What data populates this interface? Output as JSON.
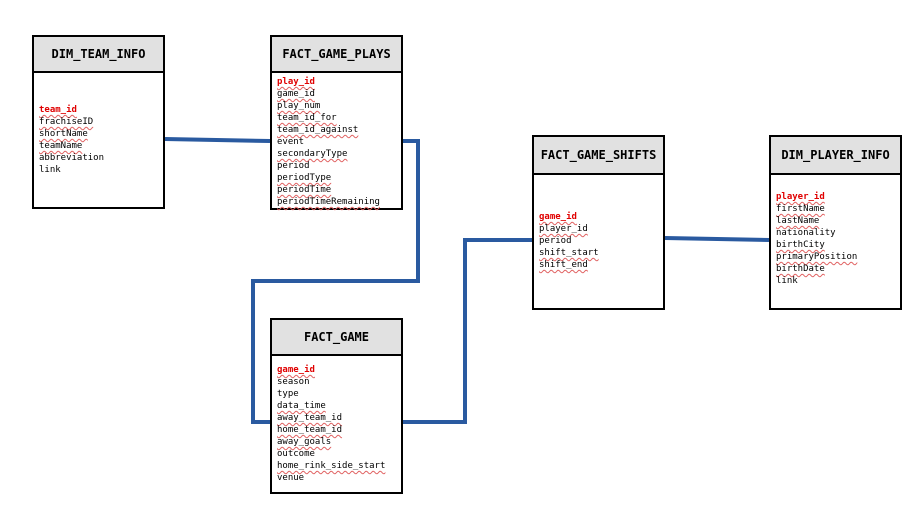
{
  "diagram": {
    "link_color": "#2a5aa0",
    "header_fill": "#e1e1e1",
    "key_color": "#e00000",
    "entities": {
      "dim_team_info": {
        "title": "DIM_TEAM_INFO",
        "fields": [
          "team_id",
          "frachiseID",
          "shortName",
          "teamName",
          "abbreviation",
          "link"
        ]
      },
      "fact_game_plays": {
        "title": "FACT_GAME_PLAYS",
        "fields": [
          "play_id",
          "game_id",
          "play_num",
          "team_id_for",
          "team_id_against",
          "event",
          "secondaryType",
          "period",
          "periodType",
          "periodTime",
          "periodTimeRemaining"
        ]
      },
      "fact_game": {
        "title": "FACT_GAME",
        "fields": [
          "game_id",
          "season",
          "type",
          "data_time",
          "away_team_id",
          "home_team_id",
          "away_goals",
          "outcome",
          "home_rink_side_start",
          "venue"
        ]
      },
      "fact_game_shifts": {
        "title": "FACT_GAME_SHIFTS",
        "fields": [
          "game_id",
          "player_id",
          "period",
          "shift_start",
          "shift_end"
        ]
      },
      "dim_player_info": {
        "title": "DIM_PLAYER_INFO",
        "fields": [
          "player_id",
          "firstName",
          "lastName",
          "nationality",
          "birthCity",
          "primaryPosition",
          "birthDate",
          "link"
        ]
      }
    }
  }
}
